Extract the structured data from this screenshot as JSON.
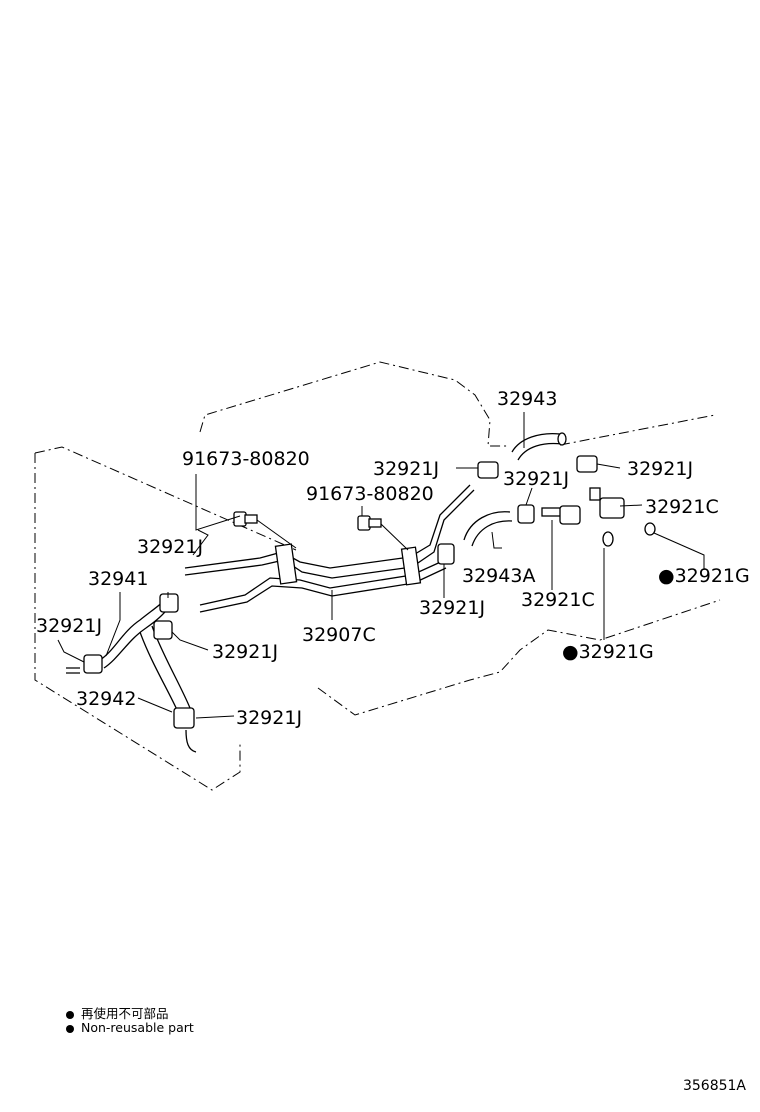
{
  "callouts": [
    {
      "id": "c1",
      "text": "32943"
    },
    {
      "id": "c2",
      "text": "91673-80820"
    },
    {
      "id": "c3",
      "text": "32921J"
    },
    {
      "id": "c4",
      "text": "32921J"
    },
    {
      "id": "c5",
      "text": "32921J"
    },
    {
      "id": "c6",
      "text": "91673-80820"
    },
    {
      "id": "c7",
      "text": "32921C"
    },
    {
      "id": "c8",
      "text": "32921J"
    },
    {
      "id": "c9",
      "text": "32943A"
    },
    {
      "id": "c10",
      "text": "32941"
    },
    {
      "id": "c11",
      "text": "●32921G"
    },
    {
      "id": "c12",
      "text": "32921J"
    },
    {
      "id": "c13",
      "text": "32921C"
    },
    {
      "id": "c14",
      "text": "32921J"
    },
    {
      "id": "c15",
      "text": "32907C"
    },
    {
      "id": "c16",
      "text": "32921J"
    },
    {
      "id": "c17",
      "text": "●32921G"
    },
    {
      "id": "c18",
      "text": "32942"
    },
    {
      "id": "c19",
      "text": "32921J"
    }
  ],
  "legend": {
    "jp": "再使用不可部品",
    "en": "Non-reusable part"
  },
  "illustration_code": "356851A"
}
